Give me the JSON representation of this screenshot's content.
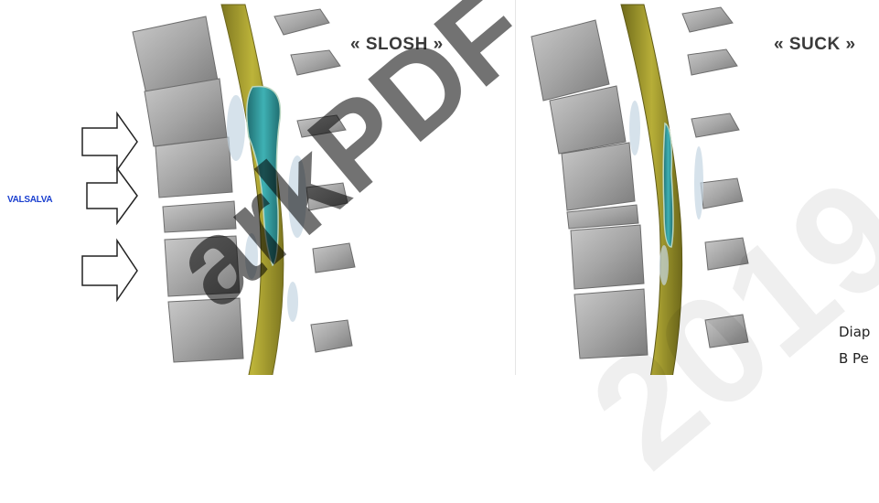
{
  "left": {
    "title": "« SLOSH »",
    "valsalva_label": "VALSALVA"
  },
  "right": {
    "title": "« SUCK »"
  },
  "caption": {
    "line1": "Diap",
    "line2": "B Pe"
  },
  "watermark": {
    "text": "arkPDF",
    "digits": "2019"
  },
  "colors": {
    "vertebra": "#9a9a9a",
    "spinal_canal": "#a79f2c",
    "csf": "#2d8f93",
    "label": "#3a3a3a",
    "valsalva": "#1a3fcf"
  }
}
